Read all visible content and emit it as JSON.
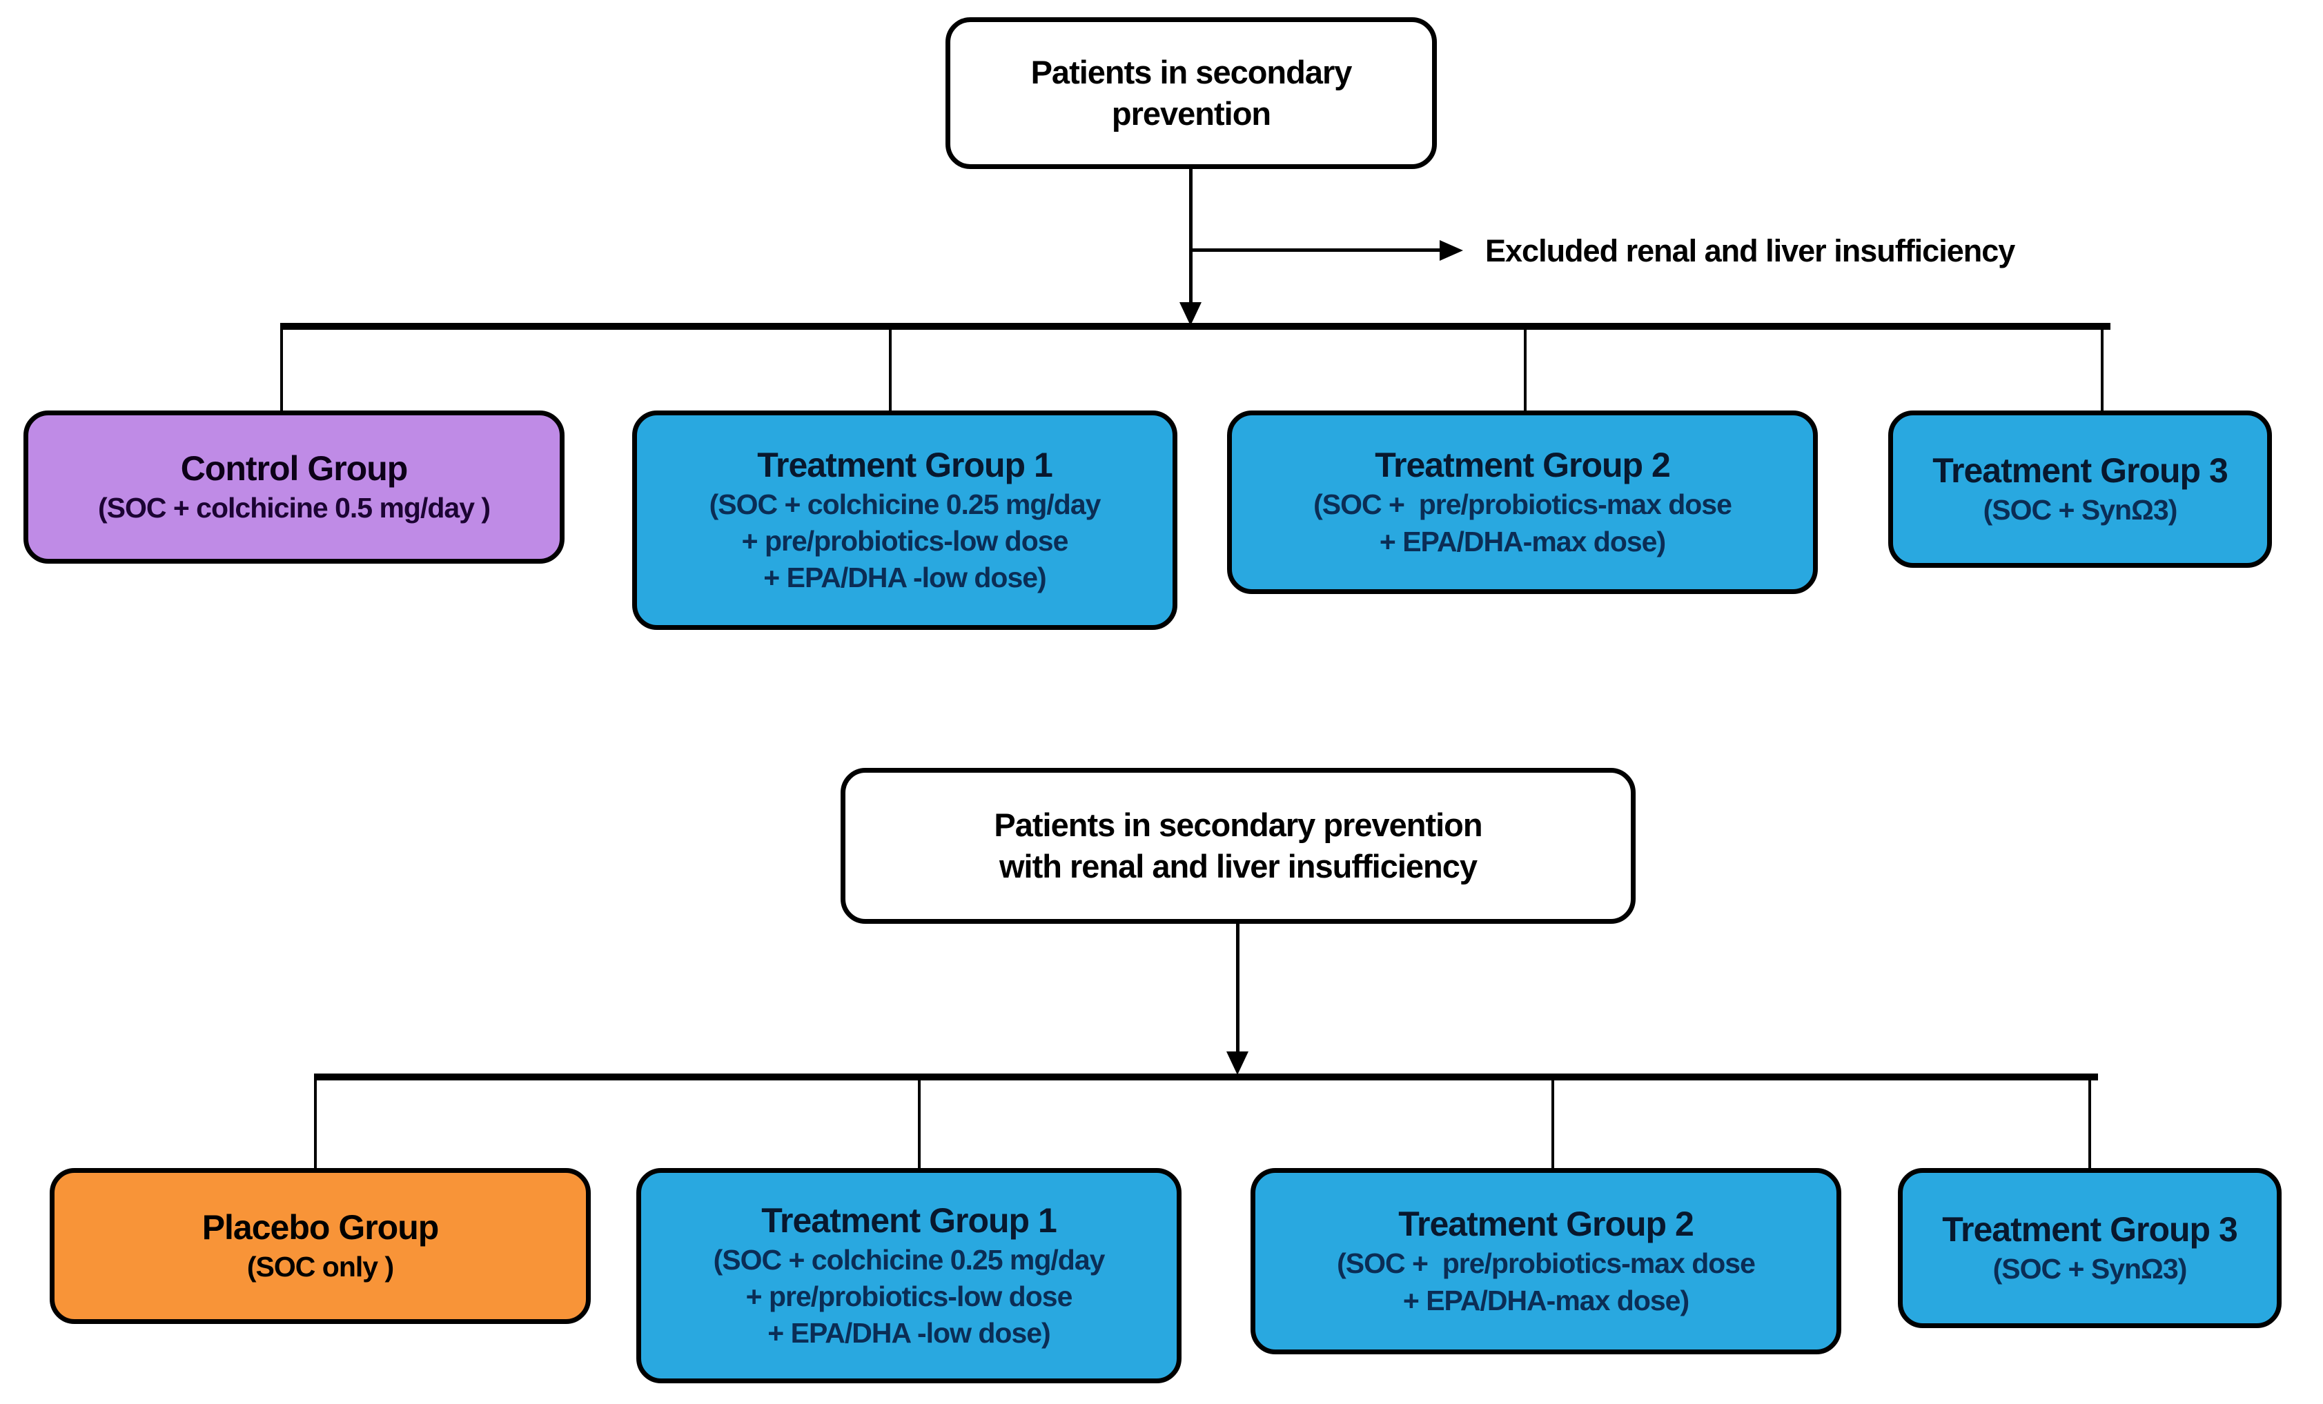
{
  "diagram": {
    "background": "#ffffff",
    "colors": {
      "control_fill": "#bf8be6",
      "treatment_fill": "#29a8e0",
      "placebo_fill": "#f89438",
      "header_fill": "#ffffff",
      "line_color": "#000000"
    },
    "top_flow": {
      "header": {
        "text": "Patients in secondary\nprevention"
      },
      "excluded_note": "Excluded renal and liver insufficiency",
      "groups": [
        {
          "title": "Control Group",
          "lines": [
            "(SOC + colchicine 0.5 mg/day )"
          ]
        },
        {
          "title": "Treatment Group 1",
          "lines": [
            "(SOC + colchicine 0.25 mg/day",
            "+ pre/probiotics-low dose",
            "+ EPA/DHA -low dose)"
          ]
        },
        {
          "title": "Treatment Group 2",
          "lines": [
            "(SOC +  pre/probiotics-max dose",
            "+ EPA/DHA-max dose)"
          ]
        },
        {
          "title": "Treatment Group 3",
          "lines": [
            "(SOC + SynΩ3)"
          ]
        }
      ]
    },
    "bottom_flow": {
      "header": {
        "text": "Patients in secondary prevention\nwith renal and liver insufficiency"
      },
      "groups": [
        {
          "title": "Placebo Group",
          "lines": [
            "(SOC only )"
          ]
        },
        {
          "title": "Treatment Group 1",
          "lines": [
            "(SOC + colchicine 0.25 mg/day",
            "+ pre/probiotics-low dose",
            "+ EPA/DHA -low dose)"
          ]
        },
        {
          "title": "Treatment Group 2",
          "lines": [
            "(SOC +  pre/probiotics-max dose",
            "+ EPA/DHA-max dose)"
          ]
        },
        {
          "title": "Treatment Group 3",
          "lines": [
            "(SOC + SynΩ3)"
          ]
        }
      ]
    }
  }
}
